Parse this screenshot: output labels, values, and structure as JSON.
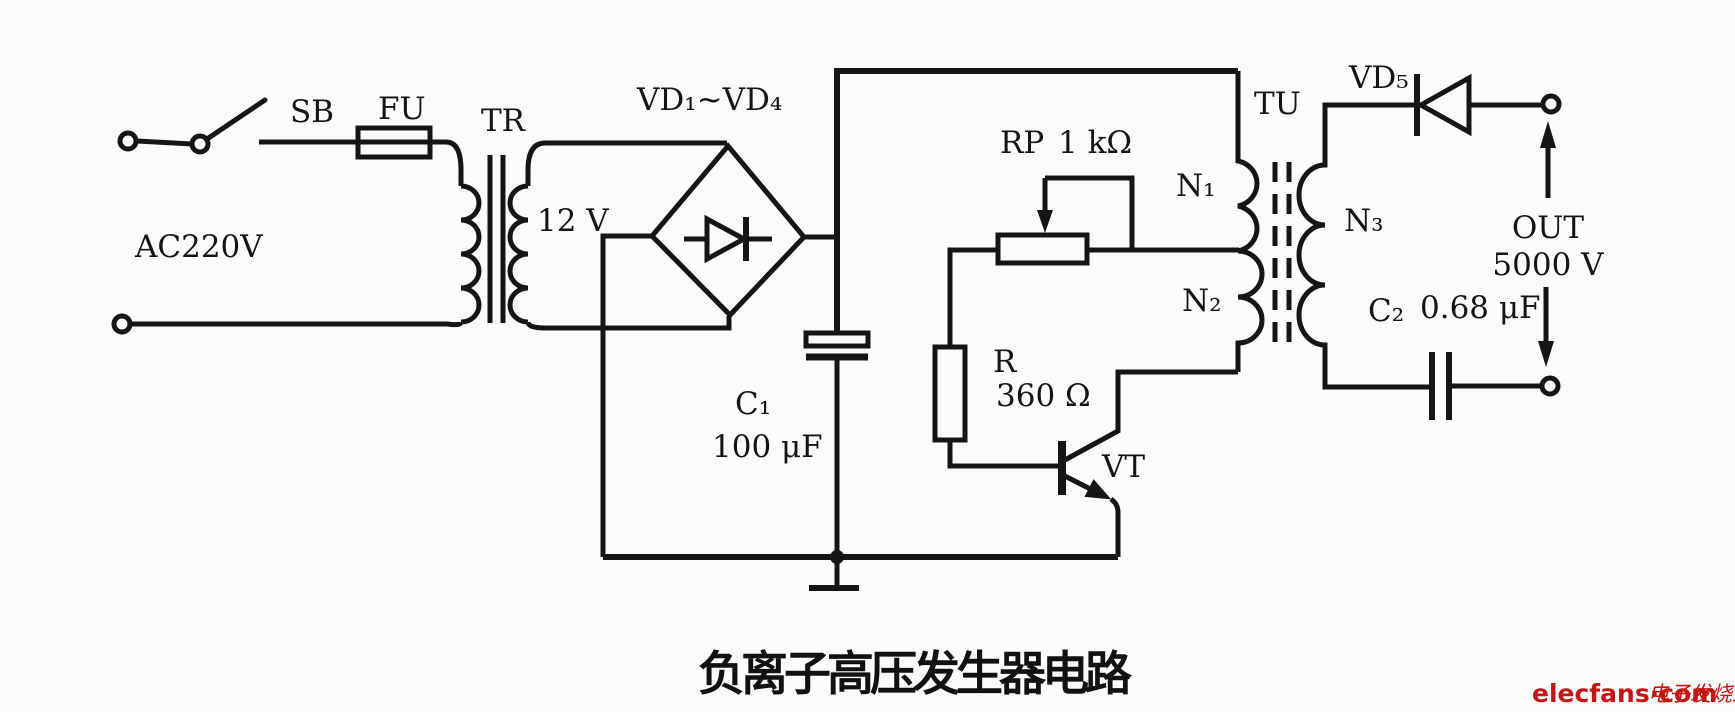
{
  "diagram": {
    "title": "负离子高压发生器电路",
    "power_input": {
      "source": "AC220V",
      "switch": "SB",
      "fuse": "FU"
    },
    "transformer_tr": {
      "name": "TR",
      "secondary_voltage": "12 V"
    },
    "bridge_rectifier": {
      "name": "VD₁~VD₄"
    },
    "filter_capacitor": {
      "name": "C₁",
      "value": "100 μF"
    },
    "potentiometer": {
      "name": "RP",
      "value": "1 kΩ"
    },
    "resistor": {
      "name": "R",
      "value": "360 Ω"
    },
    "transistor": {
      "name": "VT"
    },
    "transformer_tu": {
      "name": "TU",
      "primary_winding": "N₁",
      "feedback_winding": "N₂",
      "hv_winding": "N₃"
    },
    "hv_diode": {
      "name": "VD₅"
    },
    "hv_capacitor": {
      "name": "C₂",
      "value": "0.68 μF"
    },
    "output": {
      "label": "OUT",
      "voltage": "5000 V"
    }
  },
  "watermark": {
    "brand": "elecfans·com",
    "suffix": "电子发烧友",
    "color": "#c41515"
  },
  "colors": {
    "ink": "#151515",
    "paper": "#fbfbf9"
  }
}
